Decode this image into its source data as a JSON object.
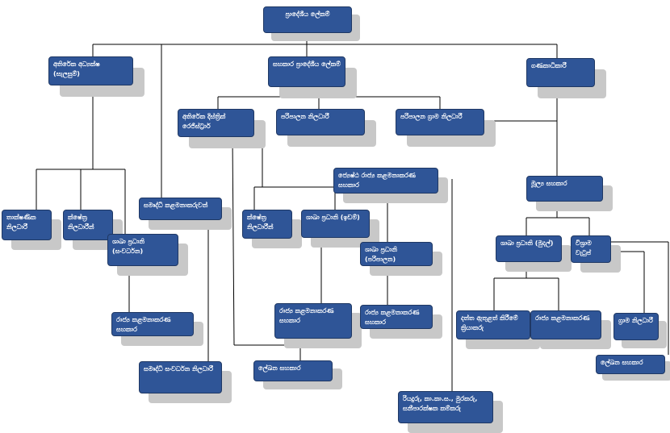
{
  "colors": {
    "box": "#2f5597",
    "box_border": "#1f3864",
    "shadow": "#c8c8c8",
    "line": "#000000"
  },
  "nodes": {
    "pradeshiya_lekam": "ප්‍රාදේශීය ලේකම්",
    "athireka_adyaksha": "අතිරේක අධ්‍යක්ෂ (සැලසුම්)",
    "sahakara_pradeshiya_lekam": "සහකාර ප්‍රාදේශීය ලේකම්",
    "ganakadhikari": "ගණකාධිකාරී",
    "athireka_district_registrar": "අතිරේක දිස්ත්‍රික් රෙජිස්ට්‍රාර්",
    "paripalana_niladhari": "පරිපාලන නිලධාරී",
    "paripalana_grama_niladhari": "පරිපාලන ග්‍රාම නිලධාරී",
    "senior_state_mgmt_assistant": "ජ්‍යෙෂ්ඨ රාජ්‍ය කළමනාකරණ සහකාර",
    "mulya_sahakara": "මූල්‍ය සහකාර",
    "thakshanika_niladhari": "තාක්ෂණික නිලධාරී",
    "kshethra_niladhari_left": "ක්ෂේත්‍ර නිලධාරීන්",
    "samurdhi_managers": "සමෘද්ධි කළමනාකරුවන්",
    "kshethra_niladhari_mid": "ක්ෂේත්‍ර නිලධාරීන්",
    "shakha_pradhani_wayam": "ශාඛා ප්‍රධානි (ඉඩම්)",
    "shakha_pradhani_sanwardhana": "ශාඛා ප්‍රධානි (සංවර්ධන)",
    "shakha_pradhani_parisarana": "ශාඛා ප්‍රධානි (පරිපාලන)",
    "shakha_pradhani_mudal": "ශාඛා ප්‍රධානි (මුදල්)",
    "vishrama_vatup": "විශ්‍රාම වැටුප්",
    "state_mgmt_assistant_left": "රාජ්‍ය කළමනාකරණ සහකාර",
    "state_mgmt_assistant_mid": "රාජ්‍ය කළමනාකරණ සහකාර",
    "state_mgmt_assistant_right": "රාජ්‍ය කළමනාකරණ සහකාර",
    "danthu_athulath": "දත්ත ඇතුළත් කිරීමේ ක්‍රියාකරු",
    "state_mgmt_rightbottom": "රාජ්‍ය කළමනාකරණ",
    "grama_niladhari": "ග්‍රාම නිලධාරී",
    "samurdhi_sanwardhana_niladhari": "සමෘද්ධි සංවර්ධන නිලධාරී",
    "lekhana_sahakara_mid": "ලේඛන සහකාර",
    "lekhana_sahakara_right": "ලේඛන සහකාර",
    "support_staff": "රියදුරු, කා.කා.ස., මුරකරු, සනීපාරක්ෂක කම්කරු"
  }
}
